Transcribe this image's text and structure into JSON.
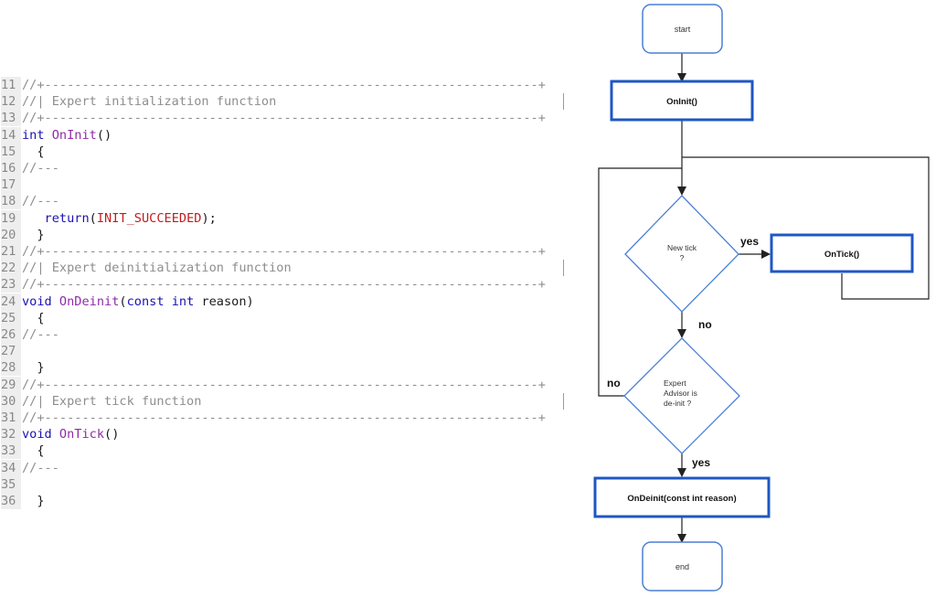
{
  "code": {
    "lines": [
      {
        "n": "11",
        "parts": [
          {
            "cls": "comment",
            "t": "//+------------------------------------------------------------------+"
          }
        ]
      },
      {
        "n": "12",
        "parts": [
          {
            "cls": "comment",
            "t": "//| Expert initialization function"
          }
        ],
        "pipe": true
      },
      {
        "n": "13",
        "parts": [
          {
            "cls": "comment",
            "t": "//+------------------------------------------------------------------+"
          }
        ]
      },
      {
        "n": "14",
        "parts": [
          {
            "cls": "kw",
            "t": "int "
          },
          {
            "cls": "fn",
            "t": "OnInit"
          },
          {
            "cls": "plain",
            "t": "()"
          }
        ]
      },
      {
        "n": "15",
        "parts": [
          {
            "cls": "plain",
            "t": "  {"
          }
        ]
      },
      {
        "n": "16",
        "parts": [
          {
            "cls": "comment",
            "t": "//---"
          }
        ]
      },
      {
        "n": "17",
        "parts": []
      },
      {
        "n": "18",
        "parts": [
          {
            "cls": "comment",
            "t": "//---"
          }
        ]
      },
      {
        "n": "19",
        "parts": [
          {
            "cls": "kw",
            "t": "   return"
          },
          {
            "cls": "plain",
            "t": "("
          },
          {
            "cls": "const",
            "t": "INIT_SUCCEEDED"
          },
          {
            "cls": "plain",
            "t": ");"
          }
        ]
      },
      {
        "n": "20",
        "parts": [
          {
            "cls": "plain",
            "t": "  }"
          }
        ]
      },
      {
        "n": "21",
        "parts": [
          {
            "cls": "comment",
            "t": "//+------------------------------------------------------------------+"
          }
        ]
      },
      {
        "n": "22",
        "parts": [
          {
            "cls": "comment",
            "t": "//| Expert deinitialization function"
          }
        ],
        "pipe": true
      },
      {
        "n": "23",
        "parts": [
          {
            "cls": "comment",
            "t": "//+------------------------------------------------------------------+"
          }
        ]
      },
      {
        "n": "24",
        "parts": [
          {
            "cls": "kw",
            "t": "void "
          },
          {
            "cls": "fn",
            "t": "OnDeinit"
          },
          {
            "cls": "plain",
            "t": "("
          },
          {
            "cls": "kw",
            "t": "const int "
          },
          {
            "cls": "plain",
            "t": "reason)"
          }
        ]
      },
      {
        "n": "25",
        "parts": [
          {
            "cls": "plain",
            "t": "  {"
          }
        ]
      },
      {
        "n": "26",
        "parts": [
          {
            "cls": "comment",
            "t": "//---"
          }
        ]
      },
      {
        "n": "27",
        "parts": []
      },
      {
        "n": "28",
        "parts": [
          {
            "cls": "plain",
            "t": "  }"
          }
        ]
      },
      {
        "n": "29",
        "parts": [
          {
            "cls": "comment",
            "t": "//+------------------------------------------------------------------+"
          }
        ]
      },
      {
        "n": "30",
        "parts": [
          {
            "cls": "comment",
            "t": "//| Expert tick function"
          }
        ],
        "pipe": true
      },
      {
        "n": "31",
        "parts": [
          {
            "cls": "comment",
            "t": "//+------------------------------------------------------------------+"
          }
        ]
      },
      {
        "n": "32",
        "parts": [
          {
            "cls": "kw",
            "t": "void "
          },
          {
            "cls": "fn",
            "t": "OnTick"
          },
          {
            "cls": "plain",
            "t": "()"
          }
        ]
      },
      {
        "n": "33",
        "parts": [
          {
            "cls": "plain",
            "t": "  {"
          }
        ]
      },
      {
        "n": "34",
        "parts": [
          {
            "cls": "comment",
            "t": "//---"
          }
        ]
      },
      {
        "n": "35",
        "parts": []
      },
      {
        "n": "36",
        "parts": [
          {
            "cls": "plain",
            "t": "  }"
          }
        ]
      }
    ]
  },
  "flowchart": {
    "start": "start",
    "oninit": "OnInit()",
    "decision_new_tick": [
      "New tick",
      "?"
    ],
    "ontick": "OnTick()",
    "decision_deinit": [
      "Expert",
      "Advisor is",
      "de-init ?"
    ],
    "ondeinit": "OnDeinit(const int reason)",
    "end": "end",
    "label_yes_tick": "yes",
    "label_no_tick": "no",
    "label_no_deinit": "no",
    "label_yes_deinit": "yes"
  },
  "colors": {
    "accent_border": "#1f57c3",
    "terminal_border": "#4a7fd6",
    "flow_line": "#222222"
  }
}
